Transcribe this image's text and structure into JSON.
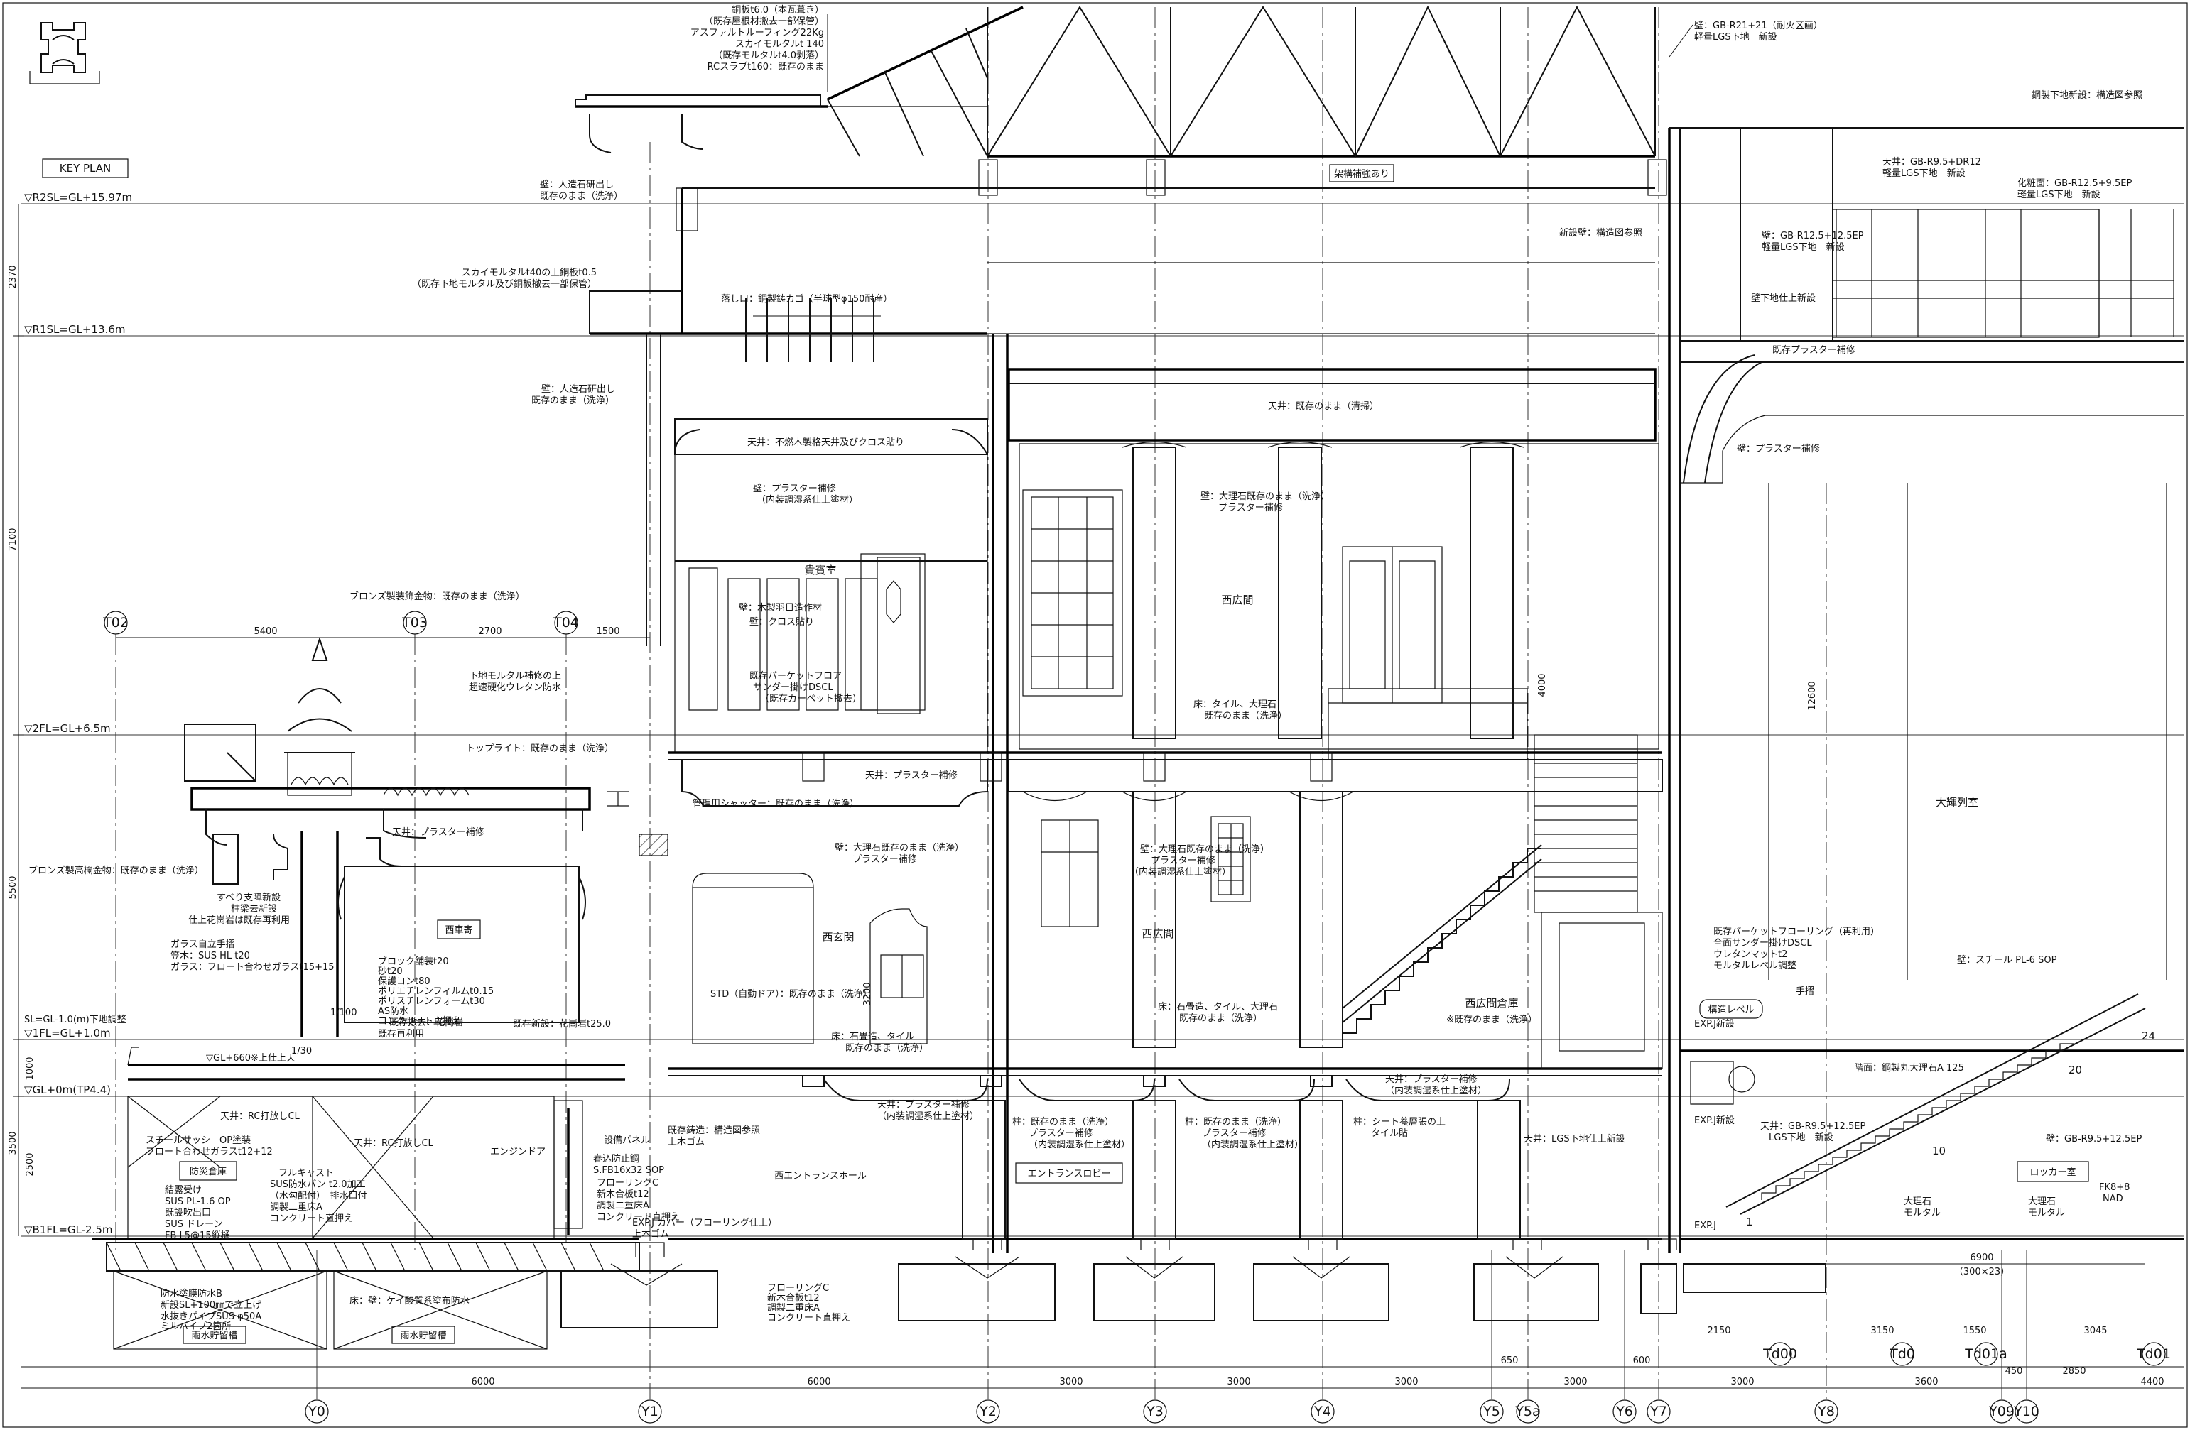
{
  "key_plan": {
    "label": "KEY PLAN"
  },
  "levels": [
    {
      "id": "r2sl",
      "label": "▽R2SL=GL+15.97m"
    },
    {
      "id": "r1sl",
      "label": "▽R1SL=GL+13.6m"
    },
    {
      "id": "2fl",
      "label": "▽2FL=GL+6.5m"
    },
    {
      "id": "1fl",
      "label": "▽1FL=GL+1.0m"
    },
    {
      "id": "gl",
      "label": "▽GL+0m(TP4.4)"
    },
    {
      "id": "b1fl",
      "label": "▽B1FL=GL-2.5m"
    }
  ],
  "grid_top": [
    {
      "id": "t02",
      "label": "T02"
    },
    {
      "id": "t03",
      "label": "T03"
    },
    {
      "id": "t04",
      "label": "T04"
    }
  ],
  "grid_bottom": [
    {
      "id": "y0",
      "label": "Y0"
    },
    {
      "id": "y1",
      "label": "Y1"
    },
    {
      "id": "y2",
      "label": "Y2"
    },
    {
      "id": "y3",
      "label": "Y3"
    },
    {
      "id": "y4",
      "label": "Y4"
    },
    {
      "id": "y5",
      "label": "Y5"
    },
    {
      "id": "y5a",
      "label": "Y5a"
    },
    {
      "id": "y6",
      "label": "Y6"
    },
    {
      "id": "y7",
      "label": "Y7"
    },
    {
      "id": "y8",
      "label": "Y8"
    },
    {
      "id": "y09",
      "label": "Y09"
    },
    {
      "id": "y10",
      "label": "Y10"
    }
  ],
  "grid_right": [
    {
      "id": "td00",
      "label": "Td00"
    },
    {
      "id": "td0",
      "label": "Td0"
    },
    {
      "id": "td01a",
      "label": "Td01a"
    },
    {
      "id": "td01",
      "label": "Td01"
    }
  ],
  "dims_bottom": [
    "6000",
    "6000",
    "3000",
    "3000",
    "3000",
    "650",
    "3000",
    "600",
    "3000",
    "2150",
    "3150",
    "1550",
    "3045",
    "3600",
    "450",
    "2850",
    "4400"
  ],
  "dims_top": [
    "5400",
    "2700",
    "1500"
  ],
  "dims_left": [
    "2370",
    "7100",
    "5500",
    "3500",
    "1000",
    "2500"
  ],
  "rooms": [
    {
      "id": "kihinshitsu",
      "label": "貴賓室"
    },
    {
      "id": "nishihiroma",
      "label": "西広間"
    },
    {
      "id": "nishigenkan",
      "label": "西玄関"
    },
    {
      "id": "nishikurumayose",
      "label": "西車寄"
    },
    {
      "id": "nishihiroma2",
      "label": "西広間"
    },
    {
      "id": "nishihiroma_souko",
      "label": "西広間倉庫"
    },
    {
      "id": "taiho_retsu",
      "label": "大輝列室"
    },
    {
      "id": "locker",
      "label": "ロッカー室"
    },
    {
      "id": "entrance_lobby",
      "label": "エントランスロビー"
    },
    {
      "id": "nishi_entrance_hall",
      "label": "西エントランスホール"
    },
    {
      "id": "bousaibi",
      "label": "防災倉庫"
    },
    {
      "id": "usui1",
      "label": "雨水貯留槽"
    },
    {
      "id": "usui2",
      "label": "雨水貯留槽"
    },
    {
      "id": "kouzou_hosyo",
      "label": "架構補強あり"
    },
    {
      "id": "kozo_level",
      "label": "構造レベル"
    }
  ],
  "notes": [
    {
      "id": "n01",
      "lines": [
        "銅板t6.0（本瓦葺き）",
        "（既存屋根材撤去一部保管）",
        "アスファルトルーフィング22Kg",
        "スカイモルタルt 140",
        "（既存モルタルt4.0剥落）",
        "RCスラブt160：既存のまま"
      ]
    },
    {
      "id": "n02",
      "lines": [
        "壁：GB-R21+21（耐火区画）",
        "軽量LGS下地　新設"
      ]
    },
    {
      "id": "n03",
      "lines": [
        "鋼製下地新設：構造図参照"
      ]
    },
    {
      "id": "n04",
      "lines": [
        "天井：GB-R9.5+DR12",
        "軽量LGS下地　新設"
      ]
    },
    {
      "id": "n05",
      "lines": [
        "化粧面：GB-R12.5+9.5EP",
        "軽量LGS下地　新設"
      ]
    },
    {
      "id": "n06",
      "lines": [
        "壁：GB-R12.5+12.5EP",
        "軽量LGS下地　新設"
      ]
    },
    {
      "id": "n07",
      "lines": [
        "壁下地仕上新設"
      ]
    },
    {
      "id": "n08",
      "lines": [
        "新設壁：構造図参照"
      ]
    },
    {
      "id": "n09",
      "lines": [
        "壁：人造石研出し",
        "既存のまま（洗浄）"
      ]
    },
    {
      "id": "n10",
      "lines": [
        "スカイモルタルt40の上銅板t0.5",
        "（既存下地モルタル及び銅板撤去一部保管）"
      ]
    },
    {
      "id": "n11",
      "lines": [
        "落し口：銅製鋳カゴ（半球型φ150耐産）"
      ]
    },
    {
      "id": "n12",
      "lines": [
        "壁：人造石研出し",
        "既存のまま（洗浄）"
      ]
    },
    {
      "id": "n13",
      "lines": [
        "天井：不燃木製格天井及びクロス貼り"
      ]
    },
    {
      "id": "n14",
      "lines": [
        "天井：既存のまま（清掃）"
      ]
    },
    {
      "id": "n15",
      "lines": [
        "既存プラスター補修"
      ]
    },
    {
      "id": "n16",
      "lines": [
        "壁：プラスター補修"
      ]
    },
    {
      "id": "n17",
      "lines": [
        "壁：プラスター補修",
        "（内装調湿系仕上塗材）"
      ]
    },
    {
      "id": "n18",
      "lines": [
        "壁：大理石既存のまま（洗浄）",
        "プラスター補修"
      ]
    },
    {
      "id": "n19",
      "lines": [
        "壁：木製羽目造作材"
      ]
    },
    {
      "id": "n20",
      "lines": [
        "壁：クロス貼り"
      ]
    },
    {
      "id": "n21",
      "lines": [
        "既存パーケットフロア",
        "サンダー掛けDSCL",
        "（既存カーペット撤去）"
      ]
    },
    {
      "id": "n22",
      "lines": [
        "床：タイル、大理石",
        "既存のまま（洗浄）"
      ]
    },
    {
      "id": "n23",
      "lines": [
        "ブロンズ製装飾金物：既存のまま（洗浄）"
      ]
    },
    {
      "id": "n24",
      "lines": [
        "下地モルタル補修の上",
        "超速硬化ウレタン防水"
      ]
    },
    {
      "id": "n25",
      "lines": [
        "トップライト：既存のまま（洗浄）"
      ]
    },
    {
      "id": "n26",
      "lines": [
        "天井：プラスター補修"
      ]
    },
    {
      "id": "n27",
      "lines": [
        "管理用シャッター：既存のまま（洗浄）"
      ]
    },
    {
      "id": "n28",
      "lines": [
        "壁：大理石既存のまま（洗浄）",
        "プラスター補修"
      ]
    },
    {
      "id": "n29",
      "lines": [
        "壁：大理石既存のまま（洗浄）",
        "プラスター補修",
        "（内装調湿系仕上塗材）"
      ]
    },
    {
      "id": "n30",
      "lines": [
        "ブロンズ製高欄金物：既存のまま（洗浄）"
      ]
    },
    {
      "id": "n31",
      "lines": [
        "天井：プラスター補修"
      ]
    },
    {
      "id": "n32",
      "lines": [
        "すべり支障新設",
        "柱梁去新設",
        "仕上花崗岩は既存再利用"
      ]
    },
    {
      "id": "n33",
      "lines": [
        "ガラス自立手摺",
        "笠木：SUS HL t20",
        "ガラス：フロート合わせガラスt15+15"
      ]
    },
    {
      "id": "n34",
      "lines": [
        "ブロック舗装t20",
        "砂t20",
        "保護コンt80",
        "ポリエチレンフィルムt0.15",
        "ポリスチレンフォームt30",
        "AS防水",
        "コンクリート直押え"
      ]
    },
    {
      "id": "n35",
      "lines": [
        "既存撤去：花崗岩",
        "既存再利用"
      ]
    },
    {
      "id": "n36",
      "lines": [
        "既存新設：花崗岩t25.0"
      ]
    },
    {
      "id": "n37",
      "lines": [
        "STD（自動ドア）：既存のまま（洗浄）"
      ]
    },
    {
      "id": "n38",
      "lines": [
        "床：石畳造、タイル",
        "既存のまま（洗浄）"
      ]
    },
    {
      "id": "n39",
      "lines": [
        "床：石畳造、タイル、大理石",
        "既存のまま（洗浄）"
      ]
    },
    {
      "id": "n40",
      "lines": [
        "西広間倉庫",
        "※既存のまま（洗浄）"
      ]
    },
    {
      "id": "n41",
      "lines": [
        "既存パーケットフローリング（再利用）",
        "全面サンダー掛けDSCL",
        "ウレタンマットt2",
        "モルタルレベル調整"
      ]
    },
    {
      "id": "n42",
      "lines": [
        "壁：スチール PL-6 SOP"
      ]
    },
    {
      "id": "n43",
      "lines": [
        "天井：プラスター補修",
        "（内装調湿系仕上塗材）"
      ]
    },
    {
      "id": "n44",
      "lines": [
        "天井：RC打放しCL"
      ]
    },
    {
      "id": "n45",
      "lines": [
        "天井：RC打放しCL"
      ]
    },
    {
      "id": "n46",
      "lines": [
        "スチールサッシ　OP塗装",
        "フロート合わせガラスt12+12"
      ]
    },
    {
      "id": "n47",
      "lines": [
        "結露受け",
        "SUS PL-1.6 OP",
        "既設吹出口",
        "SUS ドレーン",
        "FB L5@15縦樋"
      ]
    },
    {
      "id": "n48",
      "lines": [
        "フルキャスト",
        "SUS防水パン t2.0加工",
        "（水勾配付）　排水口付",
        "調製二重床A",
        "コンクリート直押え"
      ]
    },
    {
      "id": "n49",
      "lines": [
        "設備パネル"
      ]
    },
    {
      "id": "n50",
      "lines": [
        "春込防止鋼",
        "S.FB16x32 SOP"
      ]
    },
    {
      "id": "n51",
      "lines": [
        "フローリングC",
        "新木合板t12",
        "調製二重床A",
        "コンクリート直押え"
      ]
    },
    {
      "id": "n52",
      "lines": [
        "EXP.J カバー（フローリング仕上）",
        "上木ゴム"
      ]
    },
    {
      "id": "n53",
      "lines": [
        "柱：既存のまま（洗浄）",
        "プラスター補修",
        "（内装調湿系仕上塗材）"
      ]
    },
    {
      "id": "n54",
      "lines": [
        "柱：既存のまま（洗浄）",
        "プラスター補修",
        "（内装調湿系仕上塗材）"
      ]
    },
    {
      "id": "n55",
      "lines": [
        "柱：シート養層張の上",
        "タイル貼"
      ]
    },
    {
      "id": "n56",
      "lines": [
        "天井：LGS下地仕上新設"
      ]
    },
    {
      "id": "n57",
      "lines": [
        "天井：プラスター補修",
        "（内装調湿系仕上塗材）"
      ]
    },
    {
      "id": "n58",
      "lines": [
        "天井：GB-R9.5+12.5EP",
        "LGS下地　新設"
      ]
    },
    {
      "id": "n59",
      "lines": [
        "壁：GB-R9.5+12.5EP"
      ]
    },
    {
      "id": "n60",
      "lines": [
        "階面：鋼製丸大理石A 125"
      ]
    },
    {
      "id": "n61",
      "lines": [
        "大理石",
        "モルタル"
      ]
    },
    {
      "id": "n62",
      "lines": [
        "大理石",
        "モルタル"
      ]
    },
    {
      "id": "n63",
      "lines": [
        "FK8+8",
        "NAD"
      ]
    },
    {
      "id": "n64",
      "lines": [
        "防水塗膜防水B",
        "新設SL+100㎜で立上げ",
        "水抜きパイプSUS φ50A",
        "ミルパイプ2箇所"
      ]
    },
    {
      "id": "n65",
      "lines": [
        "床：壁：ケイ酸質系塗布防水"
      ]
    },
    {
      "id": "n66",
      "lines": [
        "フローリングC",
        "新木合板t12",
        "調製二重床A",
        "コンクリート直押え"
      ]
    },
    {
      "id": "n67",
      "lines": [
        "エンジンドア"
      ]
    },
    {
      "id": "n68",
      "lines": [
        "手摺"
      ]
    },
    {
      "id": "n69",
      "lines": [
        "構造レベル"
      ]
    },
    {
      "id": "n70",
      "lines": [
        "EXP.J新設"
      ]
    },
    {
      "id": "n71",
      "lines": [
        "EXP.J新設"
      ]
    },
    {
      "id": "n72",
      "lines": [
        "既存鋳造：構造図参照",
        "上木ゴム"
      ]
    }
  ],
  "misc": {
    "gl_slope": "▽GL+660※上仕上天",
    "slope_ratio": "1/30",
    "slope_ratio2": "1/100",
    "sl_label": "SL=GL-1.0(m)下地調整",
    "exp_j": "EXP.J",
    "stair_24": "24",
    "stair_20": "20",
    "stair_10": "10",
    "stair_1": "1",
    "dim_6900": "6900",
    "dim_300x23": "（300×23）",
    "dim_12600": "12600",
    "dim_4000": "4000",
    "dim_3200": "3200"
  }
}
